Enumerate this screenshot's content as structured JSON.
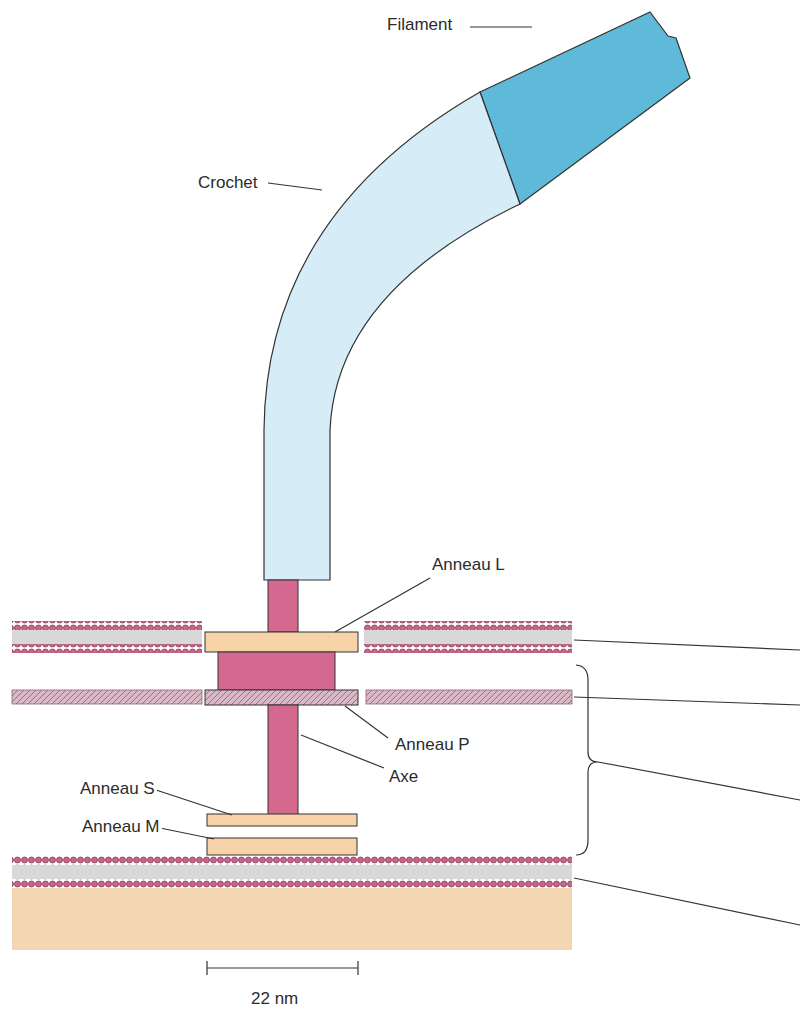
{
  "diagram": {
    "labels": [
      "Filament",
      "Crochet",
      "Anneau L",
      "Anneau P",
      "Axe",
      "Anneau S",
      "Anneau M",
      "22 nm"
    ]
  }
}
